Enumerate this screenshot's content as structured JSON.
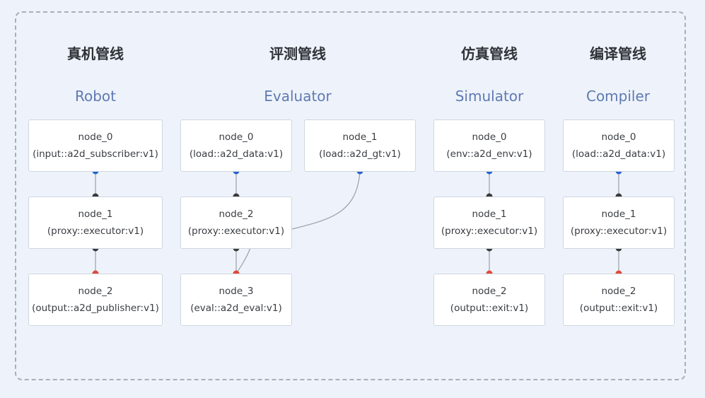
{
  "colors": {
    "background": "#eef3fb",
    "frame_border": "#a9afb8",
    "title_en": "#5f79b2",
    "port_out": "#2563d1",
    "port_proxy": "#3a3a3a",
    "port_in": "#e0493a",
    "edge": "#9aa0a8"
  },
  "pipelines": [
    {
      "title_cn": "真机管线",
      "title_en": "Robot",
      "nodes": [
        {
          "name": "node_0",
          "type": "(input::a2d_subscriber:v1)"
        },
        {
          "name": "node_1",
          "type": "(proxy::executor:v1)"
        },
        {
          "name": "node_2",
          "type": "(output::a2d_publisher:v1)"
        }
      ]
    },
    {
      "title_cn": "评测管线",
      "title_en": "Evaluator",
      "nodes": [
        {
          "name": "node_0",
          "type": "(load::a2d_data:v1)"
        },
        {
          "name": "node_1",
          "type": "(load::a2d_gt:v1)"
        },
        {
          "name": "node_2",
          "type": "(proxy::executor:v1)"
        },
        {
          "name": "node_3",
          "type": "(eval::a2d_eval:v1)"
        }
      ]
    },
    {
      "title_cn": "仿真管线",
      "title_en": "Simulator",
      "nodes": [
        {
          "name": "node_0",
          "type": "(env::a2d_env:v1)"
        },
        {
          "name": "node_1",
          "type": "(proxy::executor:v1)"
        },
        {
          "name": "node_2",
          "type": "(output::exit:v1)"
        }
      ]
    },
    {
      "title_cn": "编译管线",
      "title_en": "Compiler",
      "nodes": [
        {
          "name": "node_0",
          "type": "(load::a2d_data:v1)"
        },
        {
          "name": "node_1",
          "type": "(proxy::executor:v1)"
        },
        {
          "name": "node_2",
          "type": "(output::exit:v1)"
        }
      ]
    }
  ]
}
